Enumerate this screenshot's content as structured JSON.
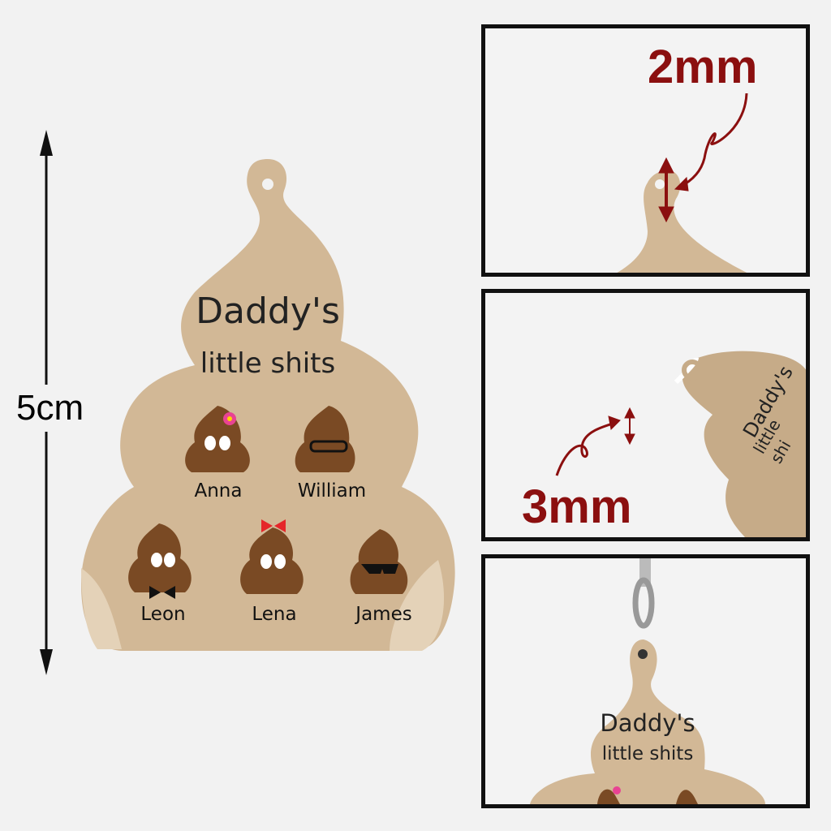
{
  "main": {
    "height_label": "5cm",
    "keychain": {
      "title_line1": "Daddy's",
      "title_line2": "little shits",
      "names": [
        "Anna",
        "William",
        "Leon",
        "Lena",
        "James"
      ]
    }
  },
  "panels": {
    "hole": {
      "label": "2mm"
    },
    "thickness": {
      "label": "3mm",
      "side_text_1": "Daddy's",
      "side_text_2": "little shi"
    },
    "hanging": {
      "title_line1": "Daddy's",
      "title_line2": "little shits"
    }
  },
  "colors": {
    "background": "#f2f2f2",
    "acrylic": "#d2b896",
    "poop": "#7a4a24",
    "dimension": "#8b0f0f"
  }
}
